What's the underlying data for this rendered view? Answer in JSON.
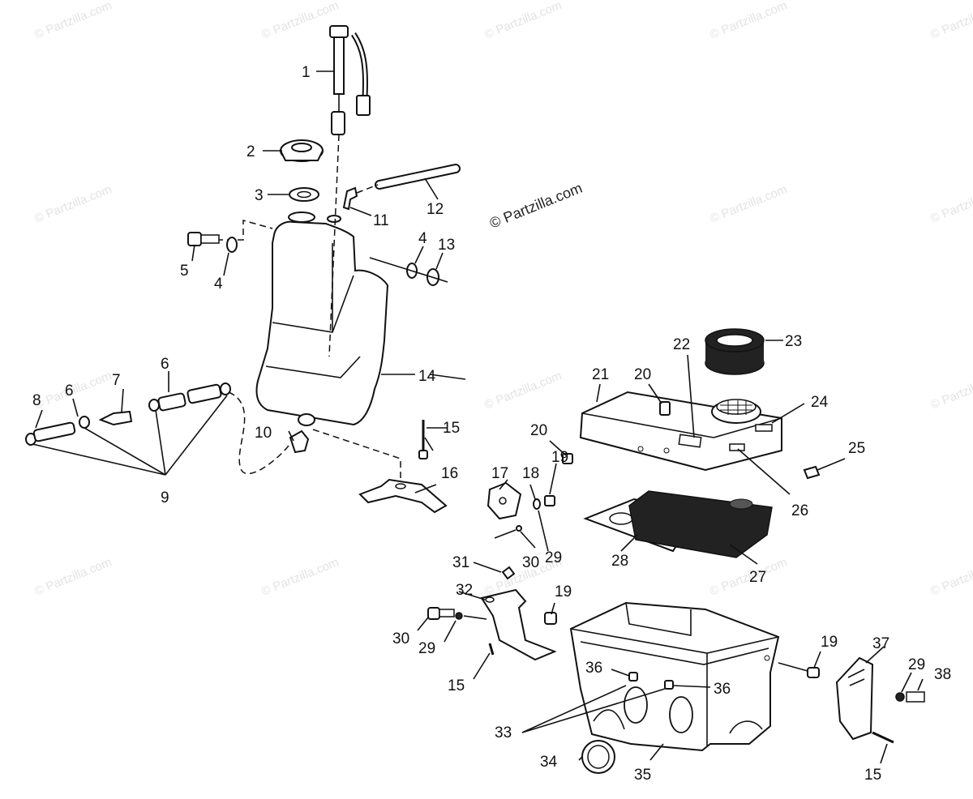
{
  "watermark": {
    "text": "© Partzilla.com",
    "main_text": "© Partzilla.com"
  },
  "callouts": {
    "c1": "1",
    "c2": "2",
    "c3": "3",
    "c4a": "4",
    "c4b": "4",
    "c5": "5",
    "c6a": "6",
    "c6b": "6",
    "c7": "7",
    "c8": "8",
    "c9": "9",
    "c10": "10",
    "c11": "11",
    "c12": "12",
    "c13": "13",
    "c14": "14",
    "c15a": "15",
    "c15b": "15",
    "c15c": "15",
    "c16": "16",
    "c17": "17",
    "c18": "18",
    "c19a": "19",
    "c19b": "19",
    "c19c": "19",
    "c20a": "20",
    "c20b": "20",
    "c21": "21",
    "c22": "22",
    "c23": "23",
    "c24": "24",
    "c25": "25",
    "c26": "26",
    "c27": "27",
    "c28": "28",
    "c29a": "29",
    "c29b": "29",
    "c29c": "29",
    "c30a": "30",
    "c30b": "30",
    "c31": "31",
    "c32": "32",
    "c33": "33",
    "c34": "34",
    "c35": "35",
    "c36a": "36",
    "c36b": "36",
    "c37": "37",
    "c38": "38"
  },
  "colors": {
    "line": "#111111",
    "watermark": "#e3e3e3",
    "background": "#ffffff"
  }
}
